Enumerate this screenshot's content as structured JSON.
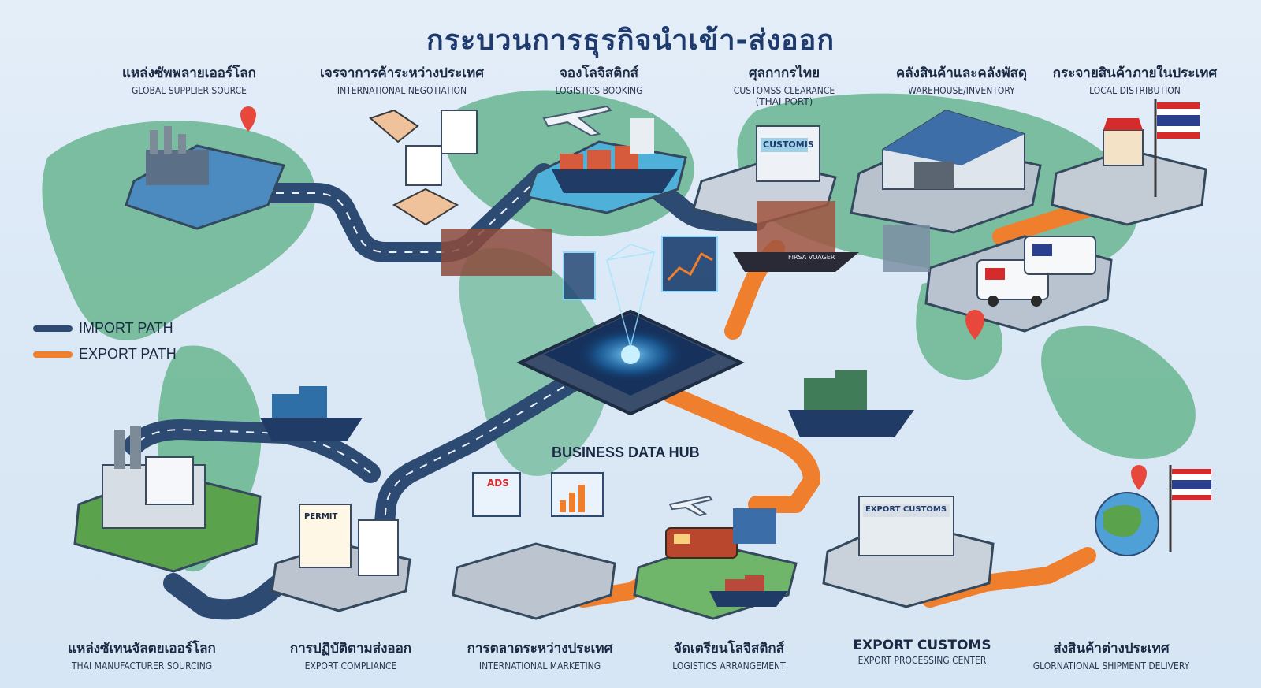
{
  "title": "กระบวนการธุรกิจนำเข้า-ส่งออก",
  "colors": {
    "import_path": "#2c4a72",
    "export_path": "#f07f2d",
    "map_land": "#5fae8c",
    "background": "#dbe8f6"
  },
  "import_steps": [
    {
      "th": "แหล่งซัพพลายเออร์โลก",
      "en": "GLOBAL SUPPLIER SOURCE",
      "en2": ""
    },
    {
      "th": "เจรจาการค้าระหว่างประเทศ",
      "en": "INTERNATIONAL NEGOTIATION",
      "en2": ""
    },
    {
      "th": "จองโลจิสติกส์",
      "en": "LOGISTICS BOOKING",
      "en2": ""
    },
    {
      "th": "ศุลกากรไทย",
      "en": "CUSTOMSS CLEARANCE",
      "en2": "(THAI PORT)"
    },
    {
      "th": "คลังสินค้าและคลังพัสดุ",
      "en": "WAREHOUSE/INVENTORY",
      "en2": ""
    },
    {
      "th": "กระจายสินค้าภายในประเทศ",
      "en": "LOCAL DISTRIBUTION",
      "en2": ""
    }
  ],
  "export_steps": [
    {
      "th": "แหล่งซัเทนจัลตยเออร์โลก",
      "en": "THAI MANUFACTURER SOURCING"
    },
    {
      "th": "การปฏิบัติตามส่งออก",
      "en": "EXPORT COMPLIANCE"
    },
    {
      "th": "การตลาดระหว่างประเทศ",
      "en": "INTERNATIONAL MARKETING"
    },
    {
      "th": "จัดเตรียนโลจิสติกส์",
      "en": "LOGISTICS ARRANGEMENT"
    },
    {
      "th": "EXPORT CUSTOMS",
      "en": "EXPORT PROCESSING CENTER"
    },
    {
      "th": "ส่งสินค้าต่างประเทศ",
      "en": "GLORNATIONAL SHIPMENT DELIVERY"
    }
  ],
  "legend": {
    "import_label": "IMPORT PATH",
    "export_label": "EXPORT PATH"
  },
  "hub": {
    "label": "BUSINESS DATA HUB"
  },
  "signage": {
    "customs_sign": "CUSTOMIS",
    "permit_doc": "PERMIT",
    "ads_screen": "ADS",
    "export_customs_sign": "EXPORT CUSTOMS",
    "ship_name": "FIRSA VOAGER"
  },
  "icons": [
    "factory-icon",
    "location-pin-icon",
    "handshake-icon",
    "contract-icon",
    "airplane-icon",
    "cargo-ship-icon",
    "customs-building-icon",
    "warehouse-icon",
    "delivery-van-icon",
    "thai-flag-icon",
    "shop-icon",
    "train-icon",
    "globe-icon",
    "data-hub-icon",
    "chart-icon"
  ]
}
